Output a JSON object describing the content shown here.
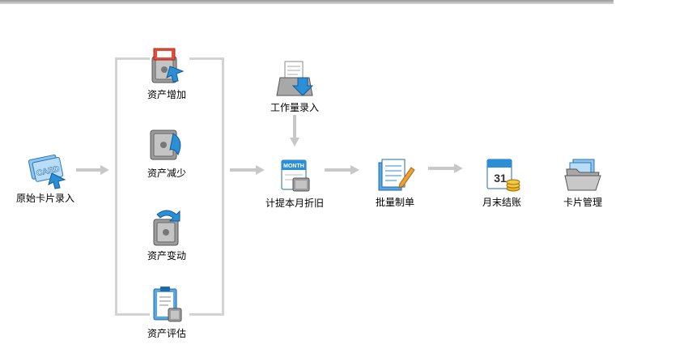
{
  "workflow": {
    "nodes": {
      "original_card_entry": {
        "label": "原始卡片录入",
        "icon": "card-entry-icon"
      },
      "asset_increase": {
        "label": "资产增加",
        "icon": "safe-add-icon"
      },
      "asset_decrease": {
        "label": "资产减少",
        "icon": "safe-reduce-icon"
      },
      "asset_change": {
        "label": "资产变动",
        "icon": "safe-change-icon"
      },
      "asset_evaluation": {
        "label": "资产评估",
        "icon": "clipboard-evaluate-icon"
      },
      "workload_entry": {
        "label": "工作量录入",
        "icon": "tray-input-icon"
      },
      "monthly_depreciation": {
        "label": "计提本月折旧",
        "icon": "month-calendar-icon"
      },
      "batch_voucher": {
        "label": "批量制单",
        "icon": "documents-pen-icon"
      },
      "month_end_close": {
        "label": "月末结账",
        "icon": "calendar-coins-icon"
      },
      "card_management": {
        "label": "卡片管理",
        "icon": "folder-cards-icon"
      }
    }
  },
  "colors": {
    "arrow": "#c8c8c8",
    "bracket": "#d3d3d3",
    "accent_blue": "#2a8fd6",
    "metal_gray": "#8a8a8a"
  }
}
